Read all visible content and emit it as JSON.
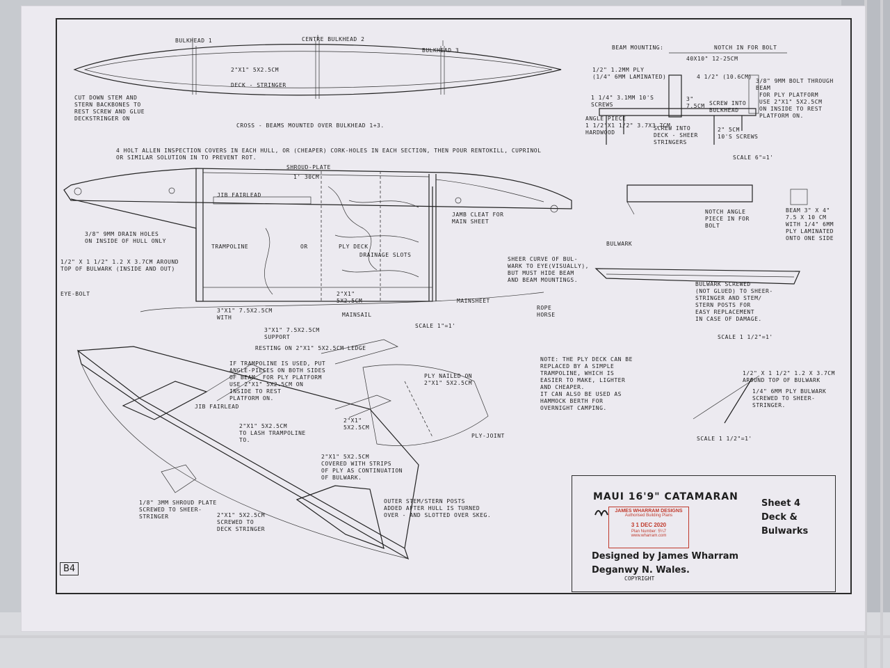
{
  "plan": {
    "id": "B4",
    "title": "MAUI 16'9\" CATAMARAN",
    "sheet": "Sheet 4\nDeck &\nBulwarks",
    "designer": "Designed by James Wharram\nDeganwy N. Wales.",
    "copyright": "COPYRIGHT",
    "stamp": {
      "company": "JAMES WHARRAM DESIGNS",
      "subtitle": "Authorised Building Plans",
      "date": "3 1 DEC 2020",
      "plan_number": "Plan Number: 5¼7",
      "website": "www.wharram.com"
    }
  },
  "labels": {
    "bulkhead1": "BULKHEAD 1",
    "bulkhead2": "CENTRE BULKHEAD 2",
    "bulkhead3": "BULKHEAD 3",
    "deck_stringer_size": "2\"x1\" 5x2.5cm",
    "deck_stringer": "DECK - STRINGER",
    "cut_down": "CUT DOWN STEM AND\nSTERN BACKBONES TO\nREST SCREW AND GLUE\nDECKSTRINGER ON",
    "cross_beams": "CROSS - BEAMS MOUNTED OVER BULKHEAD 1+3.",
    "inspection": "4 HOLT ALLEN INSPECTION COVERS IN EACH HULL, OR (CHEAPER) CORK-HOLES IN EACH SECTION, THEN POUR RENTOKILL, CUPRINOL\nOR SIMILAR SOLUTION IN TO PREVENT ROT.",
    "shroud_plate": "SHROUD-PLATE",
    "shroud_dim": "1' 30cm",
    "jib_fairlead": "JIB FAIRLEAD",
    "jamb_cleat": "JAMB CLEAT FOR\nMAIN SHEET",
    "drain_holes": "3/8\" 9mm DRAIN HOLES\nON INSIDE OF HULL ONLY",
    "around_bulwark": "1/2\" x 1 1/2\"  1.2 x 3.7cm AROUND\nTOP OF BULWARK (INSIDE AND OUT)",
    "trampoline": "TRAMPOLINE",
    "or": "OR",
    "ply_deck": "PLY DECK",
    "drainage_slots": "DRAINAGE SLOTS",
    "sheer_curve": "SHEER CURVE OF BUL-\nWARK TO EYE(VISUALLY),\nBUT MUST HIDE BEAM\nAND BEAM MOUNTINGS.",
    "eye_bolt": "EYE-BOLT",
    "three_by_one": "3\"x1\" 7.5x2.5cm\nWITH",
    "support": "3\"x1\" 7.5x2.5cm\nSUPPORT",
    "two_by_one_mid": "2\"x1\"\n5x2.5cm",
    "mainsail": "MAINSAIL",
    "mainsheet": "MAINSHEET",
    "rope_horse": "ROPE\nHORSE",
    "scale_1": "SCALE  1\"=1'",
    "resting": "RESTING ON 2\"x1\" 5x2.5cm LEDGE",
    "if_trampoline": "IF TRAMPOLINE IS USED, PUT\nANGLE-PIECES ON BOTH SIDES\nOF BEAM. FOR PLY PLATFORM\nUSE 2\"x1\" 5x2.5cm ON\nINSIDE TO REST\nPLATFORM ON.",
    "jib_fairlead_2": "JIB FAIRLEAD",
    "lash_trampoline": "2\"x1\" 5x2.5cm\nTO LASH TRAMPOLINE\nTO.",
    "ply_nailed": "PLY NAILED ON\n2\"x1\" 5x2.5cm",
    "two_by_one_ply": "2\"x1\"\n5x2.5cm",
    "ply_joint": "PLY-JOINT",
    "covered_strips": "2\"x1\" 5x2.5cm\nCOVERED WITH STRIPS\nOF PLY AS CONTINUATION\nOF BULWARK.",
    "shroud_plate_2": "1/8\" 3mm SHROUD PLATE\nSCREWED TO SHEER-\nSTRINGER",
    "screwed_deck": "2\"x1\" 5x2.5cm\nSCREWED TO\nDECK STRINGER",
    "outer_stem": "OUTER STEM/STERN POSTS\nADDED AFTER HULL IS TURNED\nOVER - AND SLOTTED OVER SKEG.",
    "beam_mounting": "BEAM MOUNTING:",
    "notch_bolt": "NOTCH IN FOR BOLT",
    "dim_40x10": "40x10\"  12-25cm",
    "ply_12mm": "1/2\" 1.2mm PLY\n(1/4\" 6mm LAMINATED)",
    "dim_4half": "4 1/2\" (10.6cm)",
    "bolt_through": "3/8\" 9mm BOLT THROUGH\nBEAM",
    "ply_platform": "FOR PLY PLATFORM\nUSE 2\"x1\" 5x2.5cm\nON INSIDE TO REST\nPLATFORM ON.",
    "screws_1": "1 1/4\" 3.1mm 10's\nSCREWS",
    "dim_3": "3\"\n7.5cm",
    "screw_bulkhead": "SCREW INTO\nBULKHEAD",
    "angle_piece": "ANGLE PIECE\n1 1/2\"x1 1/2\" 3.7x3.7cm\nHARDWOOD",
    "screw_sheer": "SCREW INTO\nDECK - SHEER\nSTRINGERS",
    "screws_2": "2\" 5cm\n10's SCREWS",
    "scale_6": "SCALE 6\"=1'",
    "notch_angle": "NOTCH ANGLE\nPIECE IN FOR\nBOLT",
    "beam_size": "BEAM 3\" x 4\"\n7.5 x 10 cm\nWITH 1/4\" 6mm\nPLY LAMINATED\nONTO ONE SIDE",
    "bulwark": "BULWARK",
    "bulwark_screwed": "BULWARK SCREWED\n(NOT GLUED) TO SHEER-\nSTRINGER AND STEM/\nSTERN POSTS FOR\nEASY REPLACEMENT\nIN CASE OF DAMAGE.",
    "scale_1half": "SCALE 1 1/2\"=1'",
    "note": "NOTE: THE PLY DECK CAN BE\n      REPLACED BY A SIMPLE\n      TRAMPOLINE, WHICH IS\n      EASIER TO MAKE, LIGHTER\n      AND CHEAPER.\n      IT CAN ALSO BE USED AS\n      HAMMOCK BERTH FOR\n      OVERNIGHT CAMPING.",
    "bulwark_top": "1/2\" x 1 1/2\"  1.2 x 3.7cm\nAROUND TOP OF BULWARK",
    "ply_bulwark": "1/4\" 6mm PLY BULWARK\nSCREWED TO SHEER-\nSTRINGER.",
    "scale_1half_2": "SCALE 1 1/2\"=1'"
  },
  "colors": {
    "paper": "#eceaf0",
    "ink": "#1e1e1e",
    "stamp": "#c0392b",
    "background": "#bfc3c8"
  }
}
